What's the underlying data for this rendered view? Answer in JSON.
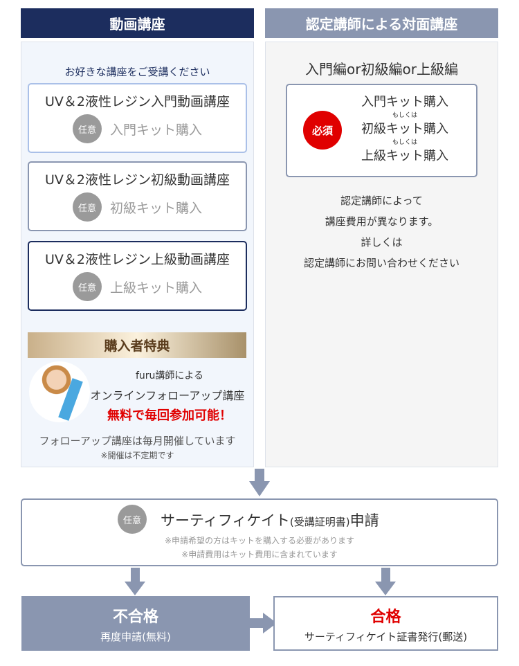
{
  "left": {
    "header": "動画講座",
    "intro": "お好きな講座をご受講ください",
    "courses": [
      {
        "title": "UV＆2液性レジン入門動画講座",
        "badge": "任意",
        "kit": "入門キット購入"
      },
      {
        "title": "UV＆2液性レジン初級動画講座",
        "badge": "任意",
        "kit": "初級キット購入"
      },
      {
        "title": "UV＆2液性レジン上級動画講座",
        "badge": "任意",
        "kit": "上級キット購入"
      }
    ],
    "bonus": {
      "banner": "購入者特典",
      "line1": "furu講師による",
      "line2": "オンラインフォローアップ講座",
      "line3": "無料で毎回参加可能！",
      "note": "フォローアップ講座は毎月開催しています",
      "subnote": "※開催は不定期です"
    }
  },
  "right": {
    "header": "認定講師による対面講座",
    "title": "入門編or初級編or上級編",
    "badge": "必須",
    "kits": [
      "入門キット購入",
      "初級キット購入",
      "上級キット購入"
    ],
    "or": "もしくは",
    "desc": [
      "認定講師によって",
      "講座費用が異なります。",
      "詳しくは",
      "認定講師にお問い合わせください"
    ]
  },
  "cert": {
    "badge": "任意",
    "title_a": "サーティフィケイト",
    "title_b": "(受講証明書)",
    "title_c": "申請",
    "note1": "※申請希望の方はキットを購入する必要があります",
    "note2": "※申請費用はキット費用に含まれています"
  },
  "fail": {
    "title": "不合格",
    "sub": "再度申請(無料)"
  },
  "pass": {
    "title": "合格",
    "sub": "サーティフィケイト証書発行(郵送)"
  },
  "colors": {
    "navy": "#1c2d5e",
    "slate": "#8a96b0",
    "red": "#e00000"
  }
}
